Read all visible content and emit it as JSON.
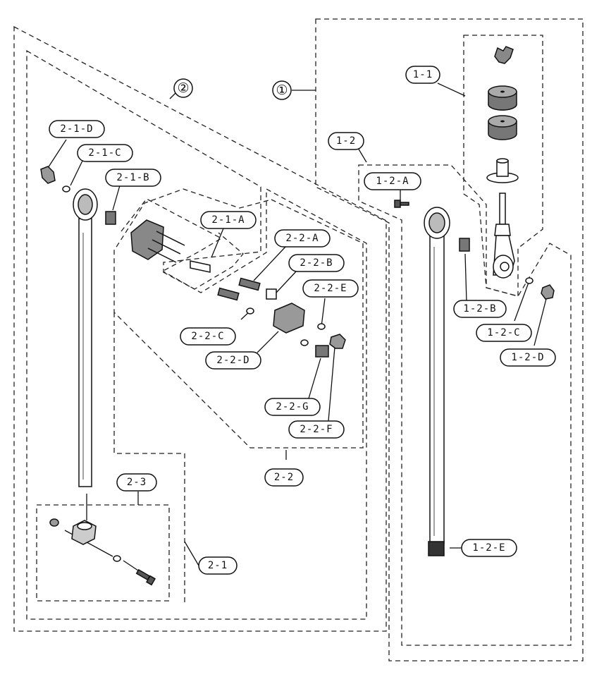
{
  "assemblies": {
    "one": {
      "number": "①",
      "tag": "1-1"
    },
    "two": {
      "number": "②"
    }
  },
  "labels": {
    "l_1_1": "1-1",
    "l_1_2": "1-2",
    "l_1_2_A": "1-2-A",
    "l_1_2_B": "1-2-B",
    "l_1_2_C": "1-2-C",
    "l_1_2_D": "1-2-D",
    "l_1_2_E": "1-2-E",
    "l_2_1": "2-1",
    "l_2_1_A": "2-1-A",
    "l_2_1_B": "2-1-B",
    "l_2_1_C": "2-1-C",
    "l_2_1_D": "2-1-D",
    "l_2_2": "2-2",
    "l_2_2_A": "2-2-A",
    "l_2_2_B": "2-2-B",
    "l_2_2_C": "2-2-C",
    "l_2_2_D": "2-2-D",
    "l_2_2_E": "2-2-E",
    "l_2_2_F": "2-2-F",
    "l_2_2_G": "2-2-G",
    "l_2_3": "2-3"
  }
}
